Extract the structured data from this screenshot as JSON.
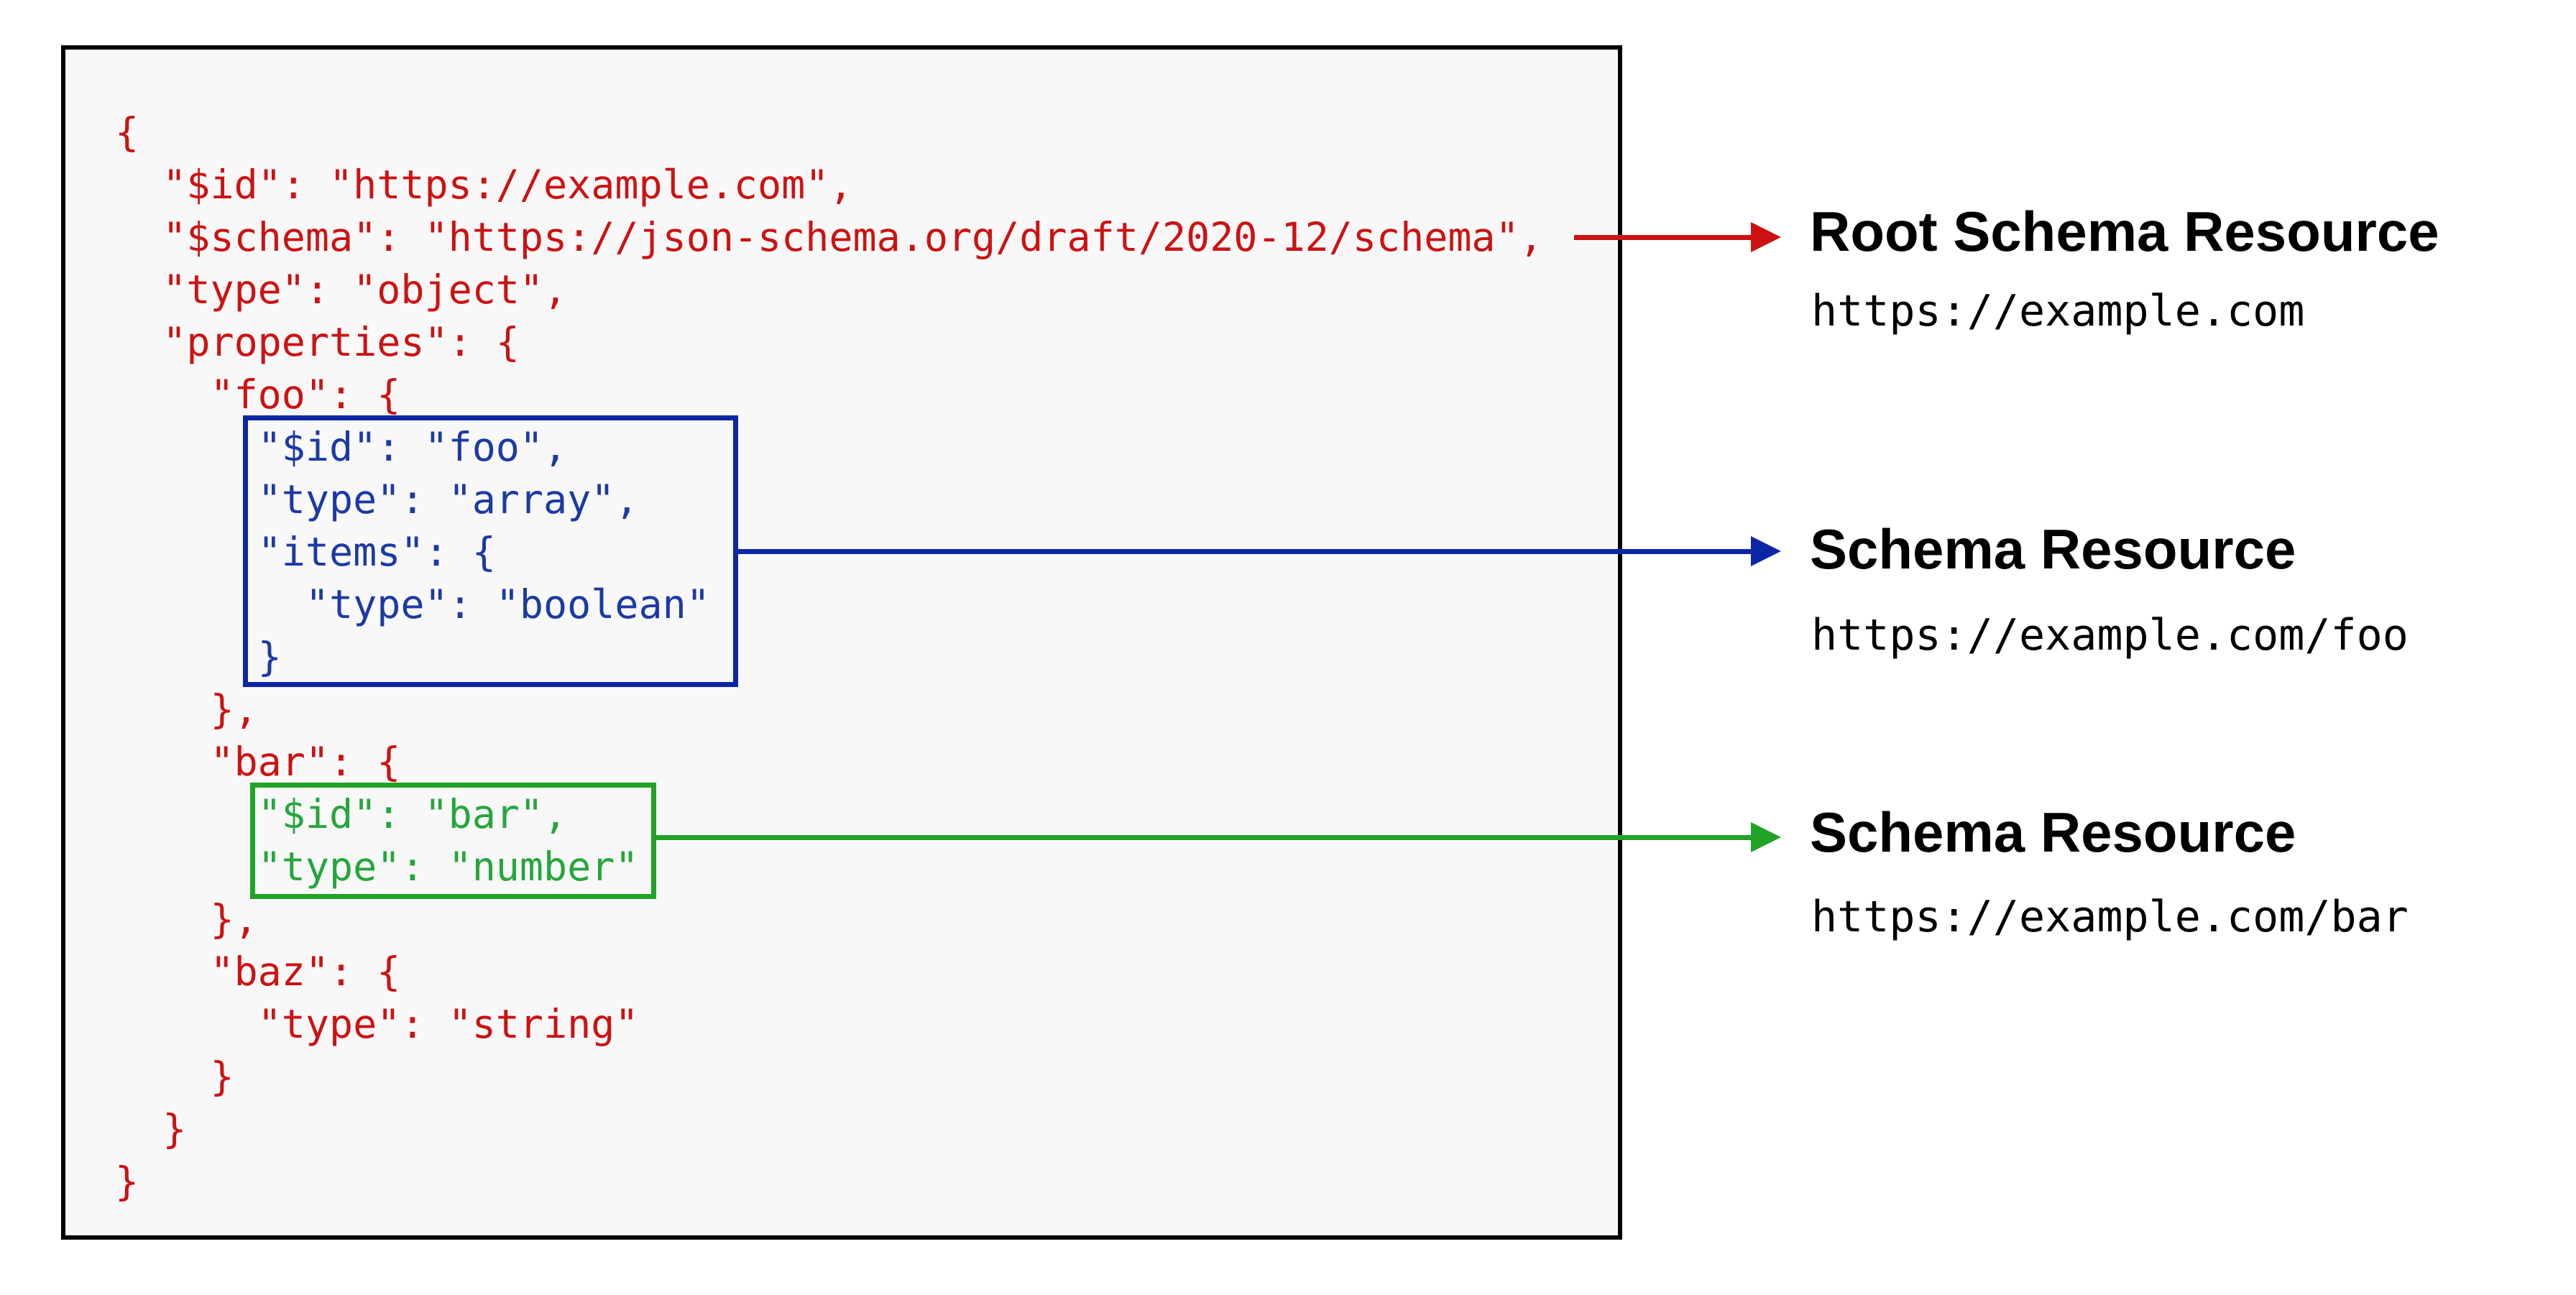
{
  "colors": {
    "red": "#cc1212",
    "blue": "#0c27a5",
    "blue_text": "#1c3aa4",
    "green": "#21a327",
    "green_text": "#25a63c",
    "panel_bg": "#f8f8f8",
    "panel_border": "#000000"
  },
  "code": {
    "lines": [
      "{",
      "  \"$id\": \"https://example.com\",",
      "  \"$schema\": \"https://json-schema.org/draft/2020-12/schema\",",
      "  \"type\": \"object\",",
      "  \"properties\": {",
      "    \"foo\": {",
      "      \"$id\": \"foo\",",
      "      \"type\": \"array\",",
      "      \"items\": {",
      "        \"type\": \"boolean\"",
      "      }",
      "    },",
      "    \"bar\": {",
      "      \"$id\": \"bar\",",
      "      \"type\": \"number\"",
      "    },",
      "    \"baz\": {",
      "      \"type\": \"string\"",
      "    }",
      "  }",
      "}"
    ]
  },
  "annotations": [
    {
      "title": "Root Schema Resource",
      "url": "https://example.com"
    },
    {
      "title": "Schema Resource",
      "url": "https://example.com/foo"
    },
    {
      "title": "Schema Resource",
      "url": "https://example.com/bar"
    }
  ]
}
